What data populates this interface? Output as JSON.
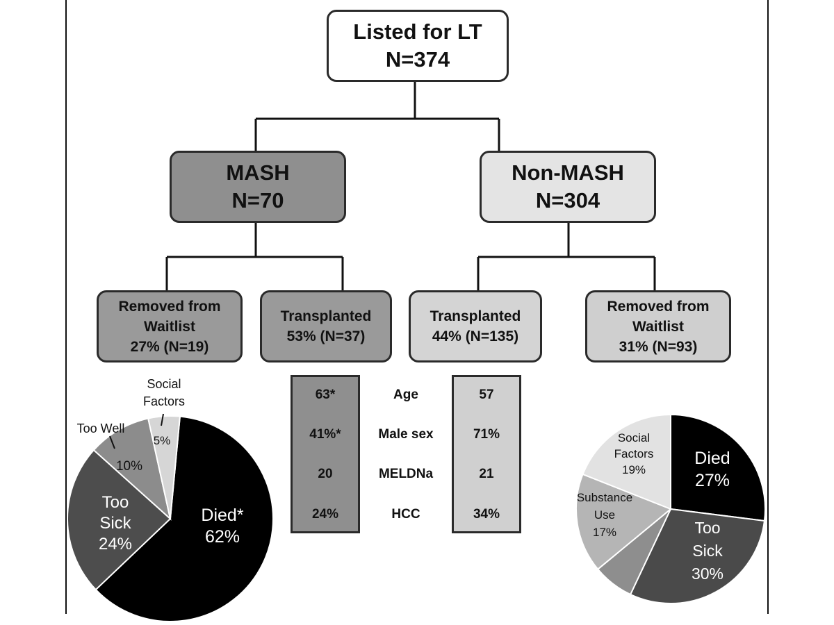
{
  "flow": {
    "root": {
      "title": "Listed for LT",
      "count": "N=374"
    },
    "mash": {
      "title": "MASH",
      "count": "N=70"
    },
    "nonmash": {
      "title": "Non-MASH",
      "count": "N=304"
    },
    "mash_removed": {
      "line1": "Removed from",
      "line2": "Waitlist",
      "line3": "27% (N=19)"
    },
    "mash_transplanted": {
      "line1": "Transplanted",
      "line2": "53% (N=37)"
    },
    "nonmash_transplanted": {
      "line1": "Transplanted",
      "line2": "44% (N=135)"
    },
    "nonmash_removed": {
      "line1": "Removed from",
      "line2": "Waitlist",
      "line3": "31% (N=93)"
    }
  },
  "stats": {
    "rows": [
      {
        "label": "Age",
        "mash": "63*",
        "nonmash": "57"
      },
      {
        "label": "Male sex",
        "mash": "41%*",
        "nonmash": "71%"
      },
      {
        "label": "MELDNa",
        "mash": "20",
        "nonmash": "21"
      },
      {
        "label": "HCC",
        "mash": "24%",
        "nonmash": "34%"
      }
    ]
  },
  "pies": {
    "mash_removed": {
      "slices": [
        {
          "label_lines": [
            "Died*",
            "62%"
          ],
          "value": 62,
          "color": "#000000"
        },
        {
          "label_lines": [
            "Too",
            "Sick",
            "24%"
          ],
          "value": 24,
          "color": "#4d4d4d"
        },
        {
          "label_lines": [
            "10%"
          ],
          "callout": "Too Well",
          "value": 10,
          "color": "#8c8c8c"
        },
        {
          "label_lines": [
            "5%"
          ],
          "callout_lines": [
            "Social",
            "Factors"
          ],
          "value": 5,
          "color": "#d6d6d6"
        }
      ]
    },
    "nonmash_removed": {
      "slices": [
        {
          "label_lines": [
            "Died",
            "27%"
          ],
          "value": 27,
          "color": "#000000"
        },
        {
          "label_lines": [
            "Too",
            "Sick",
            "30%"
          ],
          "value": 30,
          "color": "#4a4a4a"
        },
        {
          "label_lines": [],
          "value": 7,
          "color": "#8e8e8e"
        },
        {
          "label_lines": [
            "Substance",
            "Use",
            "17%"
          ],
          "value": 17,
          "color": "#b5b5b5"
        },
        {
          "label_lines": [
            "Social",
            "Factors",
            "19%"
          ],
          "value": 19,
          "color": "#e2e2e2"
        }
      ]
    }
  }
}
